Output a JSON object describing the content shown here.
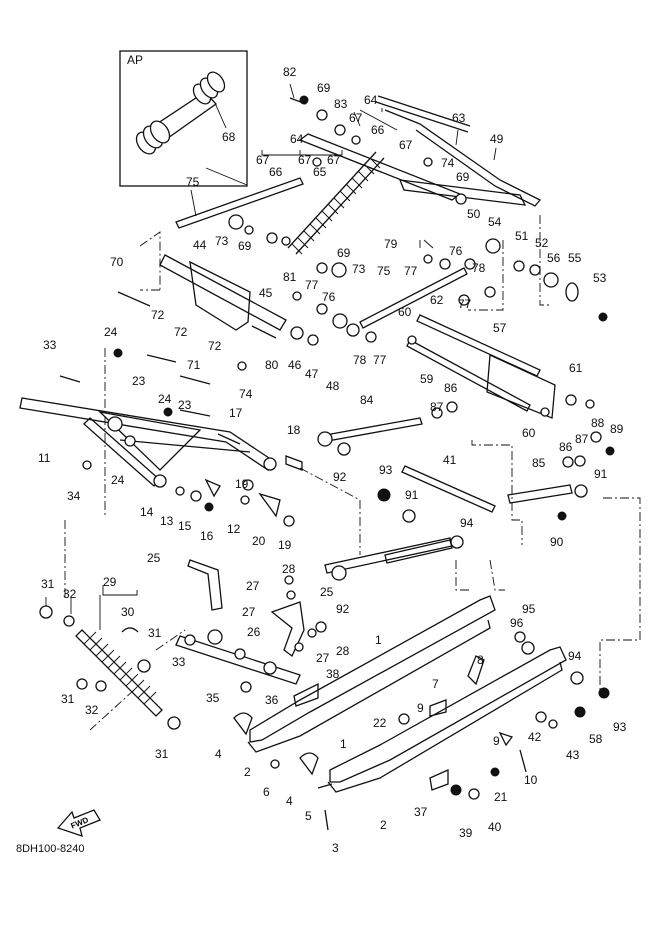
{
  "inset": {
    "title": "AP",
    "part_label": "68"
  },
  "diagram_code": "8DH100-8240",
  "fwd_label": "FWD",
  "callouts": [
    {
      "id": "82",
      "t": "82"
    },
    {
      "id": "69a",
      "t": "69"
    },
    {
      "id": "83",
      "t": "83"
    },
    {
      "id": "64a",
      "t": "64"
    },
    {
      "id": "67a",
      "t": "67"
    },
    {
      "id": "66a",
      "t": "66"
    },
    {
      "id": "63",
      "t": "63"
    },
    {
      "id": "67b",
      "t": "67"
    },
    {
      "id": "74a",
      "t": "74"
    },
    {
      "id": "49",
      "t": "49"
    },
    {
      "id": "64b",
      "t": "64"
    },
    {
      "id": "67c",
      "t": "67"
    },
    {
      "id": "66b",
      "t": "66"
    },
    {
      "id": "67d",
      "t": "67"
    },
    {
      "id": "67e",
      "t": "67"
    },
    {
      "id": "65",
      "t": "65"
    },
    {
      "id": "69b",
      "t": "69"
    },
    {
      "id": "75a",
      "t": "75"
    },
    {
      "id": "73a",
      "t": "73"
    },
    {
      "id": "69c",
      "t": "69"
    },
    {
      "id": "50",
      "t": "50"
    },
    {
      "id": "54",
      "t": "54"
    },
    {
      "id": "44",
      "t": "44"
    },
    {
      "id": "69d",
      "t": "69"
    },
    {
      "id": "73b",
      "t": "73"
    },
    {
      "id": "79",
      "t": "79"
    },
    {
      "id": "76a",
      "t": "76"
    },
    {
      "id": "77a",
      "t": "77"
    },
    {
      "id": "78a",
      "t": "78"
    },
    {
      "id": "51",
      "t": "51"
    },
    {
      "id": "52",
      "t": "52"
    },
    {
      "id": "56",
      "t": "56"
    },
    {
      "id": "55",
      "t": "55"
    },
    {
      "id": "53",
      "t": "53"
    },
    {
      "id": "70",
      "t": "70"
    },
    {
      "id": "81",
      "t": "81"
    },
    {
      "id": "77b",
      "t": "77"
    },
    {
      "id": "45",
      "t": "45"
    },
    {
      "id": "76b",
      "t": "76"
    },
    {
      "id": "75b",
      "t": "75"
    },
    {
      "id": "62",
      "t": "62"
    },
    {
      "id": "77c",
      "t": "77"
    },
    {
      "id": "60a",
      "t": "60"
    },
    {
      "id": "57",
      "t": "57"
    },
    {
      "id": "72a",
      "t": "72"
    },
    {
      "id": "72b",
      "t": "72"
    },
    {
      "id": "72c",
      "t": "72"
    },
    {
      "id": "24a",
      "t": "24"
    },
    {
      "id": "33a",
      "t": "33"
    },
    {
      "id": "80",
      "t": "80"
    },
    {
      "id": "46",
      "t": "46"
    },
    {
      "id": "47",
      "t": "47"
    },
    {
      "id": "78b",
      "t": "78"
    },
    {
      "id": "77d",
      "t": "77"
    },
    {
      "id": "71",
      "t": "71"
    },
    {
      "id": "23a",
      "t": "23"
    },
    {
      "id": "48",
      "t": "48"
    },
    {
      "id": "59",
      "t": "59"
    },
    {
      "id": "86a",
      "t": "86"
    },
    {
      "id": "61",
      "t": "61"
    },
    {
      "id": "74b",
      "t": "74"
    },
    {
      "id": "24b",
      "t": "24"
    },
    {
      "id": "23b",
      "t": "23"
    },
    {
      "id": "84",
      "t": "84"
    },
    {
      "id": "87a",
      "t": "87"
    },
    {
      "id": "60b",
      "t": "60"
    },
    {
      "id": "17",
      "t": "17"
    },
    {
      "id": "88",
      "t": "88"
    },
    {
      "id": "89",
      "t": "89"
    },
    {
      "id": "87b",
      "t": "87"
    },
    {
      "id": "86b",
      "t": "86"
    },
    {
      "id": "11",
      "t": "11"
    },
    {
      "id": "18",
      "t": "18"
    },
    {
      "id": "92a",
      "t": "92"
    },
    {
      "id": "41",
      "t": "41"
    },
    {
      "id": "85",
      "t": "85"
    },
    {
      "id": "24c",
      "t": "24"
    },
    {
      "id": "34",
      "t": "34"
    },
    {
      "id": "93a",
      "t": "93"
    },
    {
      "id": "91a",
      "t": "91"
    },
    {
      "id": "91b",
      "t": "91"
    },
    {
      "id": "19a",
      "t": "19"
    },
    {
      "id": "14",
      "t": "14"
    },
    {
      "id": "13",
      "t": "13"
    },
    {
      "id": "15",
      "t": "15"
    },
    {
      "id": "16",
      "t": "16"
    },
    {
      "id": "12",
      "t": "12"
    },
    {
      "id": "20",
      "t": "20"
    },
    {
      "id": "19b",
      "t": "19"
    },
    {
      "id": "94a",
      "t": "94"
    },
    {
      "id": "90",
      "t": "90"
    },
    {
      "id": "25a",
      "t": "25"
    },
    {
      "id": "28a",
      "t": "28"
    },
    {
      "id": "27a",
      "t": "27"
    },
    {
      "id": "25b",
      "t": "25"
    },
    {
      "id": "92b",
      "t": "92"
    },
    {
      "id": "31a",
      "t": "31"
    },
    {
      "id": "29",
      "t": "29"
    },
    {
      "id": "32a",
      "t": "32"
    },
    {
      "id": "30",
      "t": "30"
    },
    {
      "id": "27b",
      "t": "27"
    },
    {
      "id": "95",
      "t": "95"
    },
    {
      "id": "96",
      "t": "96"
    },
    {
      "id": "31b",
      "t": "31"
    },
    {
      "id": "26",
      "t": "26"
    },
    {
      "id": "28b",
      "t": "28"
    },
    {
      "id": "27c",
      "t": "27"
    },
    {
      "id": "1a",
      "t": "1"
    },
    {
      "id": "33b",
      "t": "33"
    },
    {
      "id": "94b",
      "t": "94"
    },
    {
      "id": "8",
      "t": "8"
    },
    {
      "id": "7",
      "t": "7"
    },
    {
      "id": "38",
      "t": "38"
    },
    {
      "id": "36",
      "t": "36"
    },
    {
      "id": "35",
      "t": "35"
    },
    {
      "id": "31c",
      "t": "31"
    },
    {
      "id": "32b",
      "t": "32"
    },
    {
      "id": "9a",
      "t": "9"
    },
    {
      "id": "9b",
      "t": "9"
    },
    {
      "id": "22",
      "t": "22"
    },
    {
      "id": "42",
      "t": "42"
    },
    {
      "id": "58",
      "t": "58"
    },
    {
      "id": "93b",
      "t": "93"
    },
    {
      "id": "43",
      "t": "43"
    },
    {
      "id": "31d",
      "t": "31"
    },
    {
      "id": "4a",
      "t": "4"
    },
    {
      "id": "2a",
      "t": "2"
    },
    {
      "id": "1b",
      "t": "1"
    },
    {
      "id": "6",
      "t": "6"
    },
    {
      "id": "4b",
      "t": "4"
    },
    {
      "id": "10",
      "t": "10"
    },
    {
      "id": "21",
      "t": "21"
    },
    {
      "id": "5",
      "t": "5"
    },
    {
      "id": "37",
      "t": "37"
    },
    {
      "id": "40",
      "t": "40"
    },
    {
      "id": "2b",
      "t": "2"
    },
    {
      "id": "39",
      "t": "39"
    },
    {
      "id": "3",
      "t": "3"
    }
  ]
}
